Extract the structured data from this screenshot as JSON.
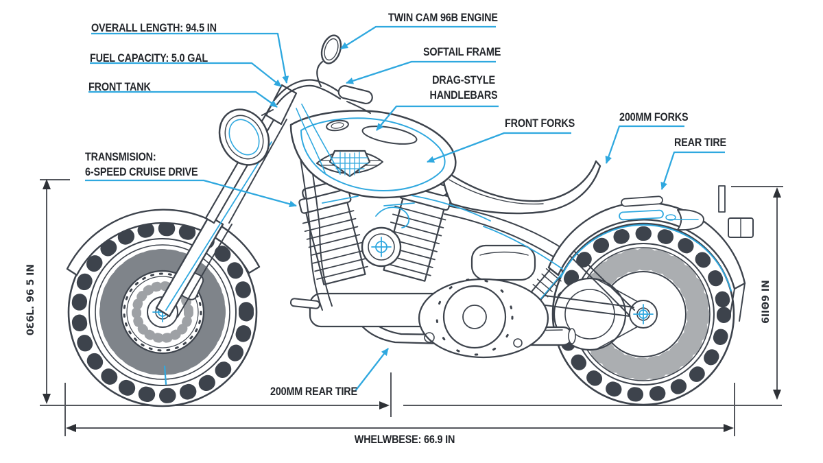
{
  "colors": {
    "accent_cyan": "#2fa8df",
    "line_ink": "#3d434c",
    "label_text": "#23262b",
    "dimension_gray": "#53565c",
    "background": "#ffffff"
  },
  "callouts": {
    "overall_length": {
      "text": "OVERALL LENGTH: 94.5 IN"
    },
    "fuel_capacity": {
      "text": "FUEL CAPACITY: 5.0 GAL"
    },
    "front_tank": {
      "text": "FRONT TANK"
    },
    "twin_cam_engine": {
      "text": "TWIN CAM 96B ENGINE"
    },
    "softail_frame": {
      "text": "SOFTAIL FRAME"
    },
    "drag_style_handlebars": {
      "line1": "DRAG-STYLE",
      "line2": "HANDLEBARS"
    },
    "front_forks": {
      "text": "FRONT FORKS"
    },
    "forks_200mm": {
      "text": "200MM FORKS"
    },
    "rear_tire": {
      "text": "REAR TIRE"
    },
    "transmission": {
      "line1": "TRANSMISION:",
      "line2": "6-SPEED CRUISE DRIVE"
    },
    "rear_tire_200mm": {
      "text": "200MM REAR TIRE"
    }
  },
  "dimensions": {
    "left_height": {
      "text": "0Ɛ6L. 96 5 IN"
    },
    "right_height": {
      "text": "6IIΘ9 IN"
    },
    "wheelbase": {
      "text": "WHELWBESE: 66.9 IN"
    }
  }
}
